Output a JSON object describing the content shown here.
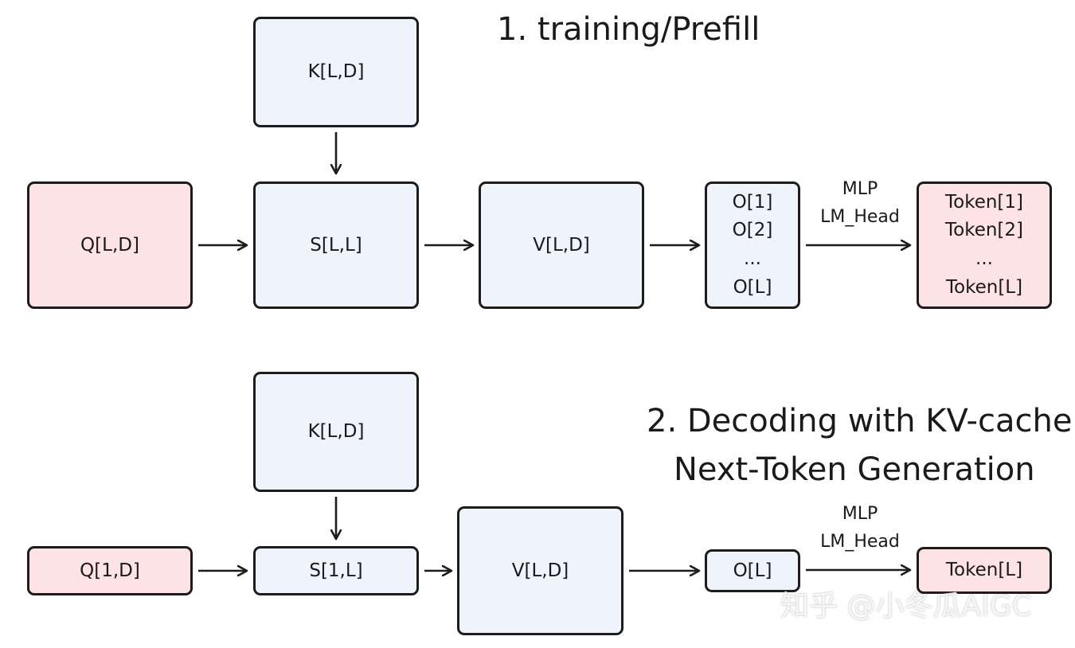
{
  "section1": {
    "title": "1. training/Prefill",
    "k": "K[L,D]",
    "q": "Q[L,D]",
    "s": "S[L,L]",
    "v": "V[L,D]",
    "o_lines": [
      "O[1]",
      "O[2]",
      "...",
      "O[L]"
    ],
    "mlp_label": "MLP",
    "lmhead_label": "LM_Head",
    "token_lines": [
      "Token[1]",
      "Token[2]",
      "...",
      "Token[L]"
    ]
  },
  "section2": {
    "title_line1": "2. Decoding with KV-cache",
    "title_line2": "Next-Token Generation",
    "k": "K[L,D]",
    "q": "Q[1,D]",
    "s": "S[1,L]",
    "v": "V[L,D]",
    "o": "O[L]",
    "mlp_label": "MLP",
    "lmhead_label": "LM_Head",
    "token": "Token[L]"
  },
  "watermark": "知乎 @小冬瓜AIGC",
  "colors": {
    "blue_fill": "#eef3fc",
    "pink_fill": "#fde3e3",
    "stroke": "#1c1c1c"
  }
}
